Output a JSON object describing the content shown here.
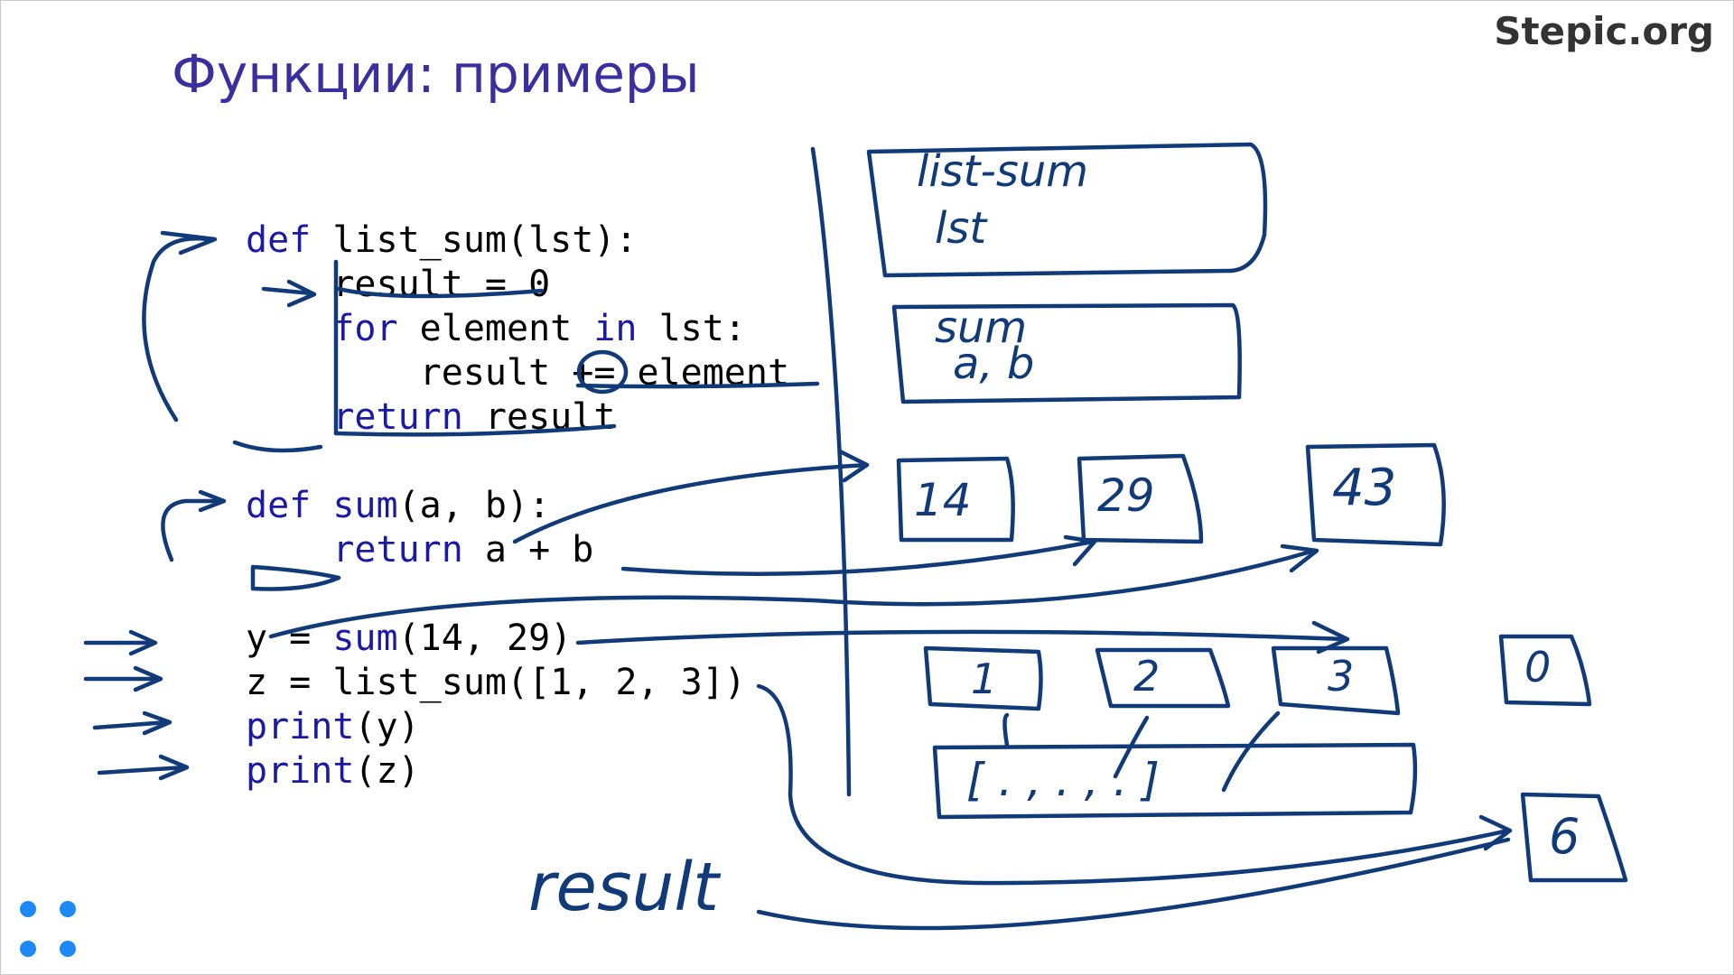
{
  "brand": "Stepic.org",
  "slide_title": "Функции: примеры",
  "code": {
    "line1": {
      "kw": "def",
      "rest": " list_sum(lst):"
    },
    "line2": {
      "text": "    result = 0"
    },
    "line3": {
      "kw1": "for",
      "mid": " element ",
      "kw2": "in",
      "rest": " lst:"
    },
    "line4": {
      "text": "        result += element"
    },
    "line5": {
      "kw": "return",
      "rest": " result"
    },
    "line6": {
      "kw": "def",
      "fn": "sum",
      "rest": "(a, b):"
    },
    "line7": {
      "kw": "return",
      "rest": " a + b"
    },
    "line8": {
      "pre": "y = ",
      "fn": "sum",
      "rest": "(14, 29)"
    },
    "line9": {
      "text": "z = list_sum([1, 2, 3])"
    },
    "line10": {
      "fn": "print",
      "rest": "(y)"
    },
    "line11": {
      "fn": "print",
      "rest": "(z)"
    }
  },
  "handwriting": {
    "frame1_name": "list-sum",
    "frame1_var": "lst",
    "frame2_name": "sum",
    "frame2_vars": "a, b",
    "box_14": "14",
    "box_29": "29",
    "box_43": "43",
    "box_1": "1",
    "box_2": "2",
    "box_3": "3",
    "box_0": "0",
    "box_6": "6",
    "list_box": "[ . , . , . ]",
    "result_label": "result"
  },
  "colors": {
    "title": "#3a2f9f",
    "keyword": "#1a1aa6",
    "ink": "#103a78",
    "logo": "#1e88f5"
  }
}
